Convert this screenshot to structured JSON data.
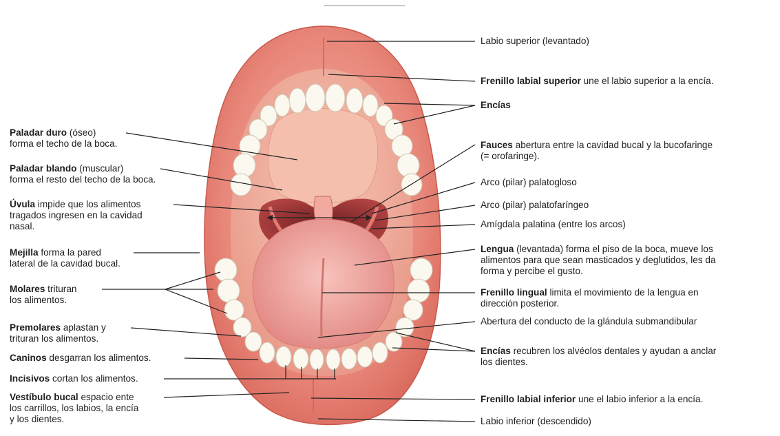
{
  "labels": [
    {
      "id": "labio-superior",
      "bold": "",
      "text": "Labio superior (levantado)"
    },
    {
      "id": "frenillo-labial-superior",
      "bold": "Frenillo labial superior",
      "text": " une el labio superior a la encía."
    },
    {
      "id": "encias-superior",
      "bold": "Encías",
      "text": ""
    },
    {
      "id": "fauces-1",
      "bold": "Fauces",
      "text": " abertura entre la cavidad bucal y la bucofaringe"
    },
    {
      "id": "fauces-2",
      "bold": "",
      "text": "(= orofaringe)."
    },
    {
      "id": "arco-palatogloso",
      "bold": "",
      "text": "Arco (pilar) palatogloso"
    },
    {
      "id": "arco-palatofaringeo",
      "bold": "",
      "text": "Arco (pilar) palatofaríngeo"
    },
    {
      "id": "amigdala",
      "bold": "",
      "text": "Amígdala palatina (entre los arcos)"
    },
    {
      "id": "lengua-1",
      "bold": "Lengua",
      "text": " (levantada) forma el piso de la boca, mueve los"
    },
    {
      "id": "lengua-2",
      "bold": "",
      "text": "alimentos para que sean masticados y deglutidos, les da"
    },
    {
      "id": "lengua-3",
      "bold": "",
      "text": "forma y percibe el gusto."
    },
    {
      "id": "frenillo-lingual-1",
      "bold": "Frenillo lingual",
      "text": " limita el movimiento de la lengua en"
    },
    {
      "id": "frenillo-lingual-2",
      "bold": "",
      "text": "dirección posterior."
    },
    {
      "id": "abertura-conducto",
      "bold": "",
      "text": "Abertura del conducto de la glándula submandibular"
    },
    {
      "id": "encias-inferior-1",
      "bold": "Encías",
      "text": " recubren los alvéolos dentales y ayudan a anclar"
    },
    {
      "id": "encias-inferior-2",
      "bold": "",
      "text": "los dientes."
    },
    {
      "id": "frenillo-labial-inferior",
      "bold": "Frenillo labial inferior",
      "text": " une el labio inferior a la encía."
    },
    {
      "id": "labio-inferior",
      "bold": "",
      "text": "Labio inferior (descendido)"
    },
    {
      "id": "paladar-duro-1",
      "bold": "Paladar duro",
      "text": " (óseo)"
    },
    {
      "id": "paladar-duro-2",
      "bold": "",
      "text": "forma el techo de la boca."
    },
    {
      "id": "paladar-blando-1",
      "bold": "Paladar blando",
      "text": " (muscular)"
    },
    {
      "id": "paladar-blando-2",
      "bold": "",
      "text": "forma el resto del techo de la boca."
    },
    {
      "id": "uvula-1",
      "bold": "Úvula",
      "text": " impide que los alimentos"
    },
    {
      "id": "uvula-2",
      "bold": "",
      "text": "tragados ingresen en la cavidad"
    },
    {
      "id": "uvula-3",
      "bold": "",
      "text": "nasal."
    },
    {
      "id": "mejilla-1",
      "bold": "Mejilla",
      "text": " forma la pared"
    },
    {
      "id": "mejilla-2",
      "bold": "",
      "text": "lateral de la cavidad bucal."
    },
    {
      "id": "molares-1",
      "bold": "Molares",
      "text": " trituran"
    },
    {
      "id": "molares-2",
      "bold": "",
      "text": "los alimentos."
    },
    {
      "id": "premolares-1",
      "bold": "Premolares",
      "text": " aplastan y"
    },
    {
      "id": "premolares-2",
      "bold": "",
      "text": "trituran los alimentos."
    },
    {
      "id": "caninos",
      "bold": "Caninos",
      "text": " desgarran los alimentos."
    },
    {
      "id": "incisivos",
      "bold": "Incisivos",
      "text": " cortan los alimentos."
    },
    {
      "id": "vestibulo-1",
      "bold": "Vestíbulo bucal",
      "text": " espacio ente"
    },
    {
      "id": "vestibulo-2",
      "bold": "",
      "text": "los carrillos, los labios, la encía"
    },
    {
      "id": "vestibulo-3",
      "bold": "",
      "text": "y los dientes."
    }
  ],
  "colors": {
    "lip": "#e8877a",
    "lip_shadow": "#c85b4e",
    "gum": "#f3a79a",
    "palate": "#f2b7a3",
    "throat": "#a93a3a",
    "tongue": "#f0a4a0",
    "tooth": "#fbf8ef",
    "leader": "#222222"
  }
}
